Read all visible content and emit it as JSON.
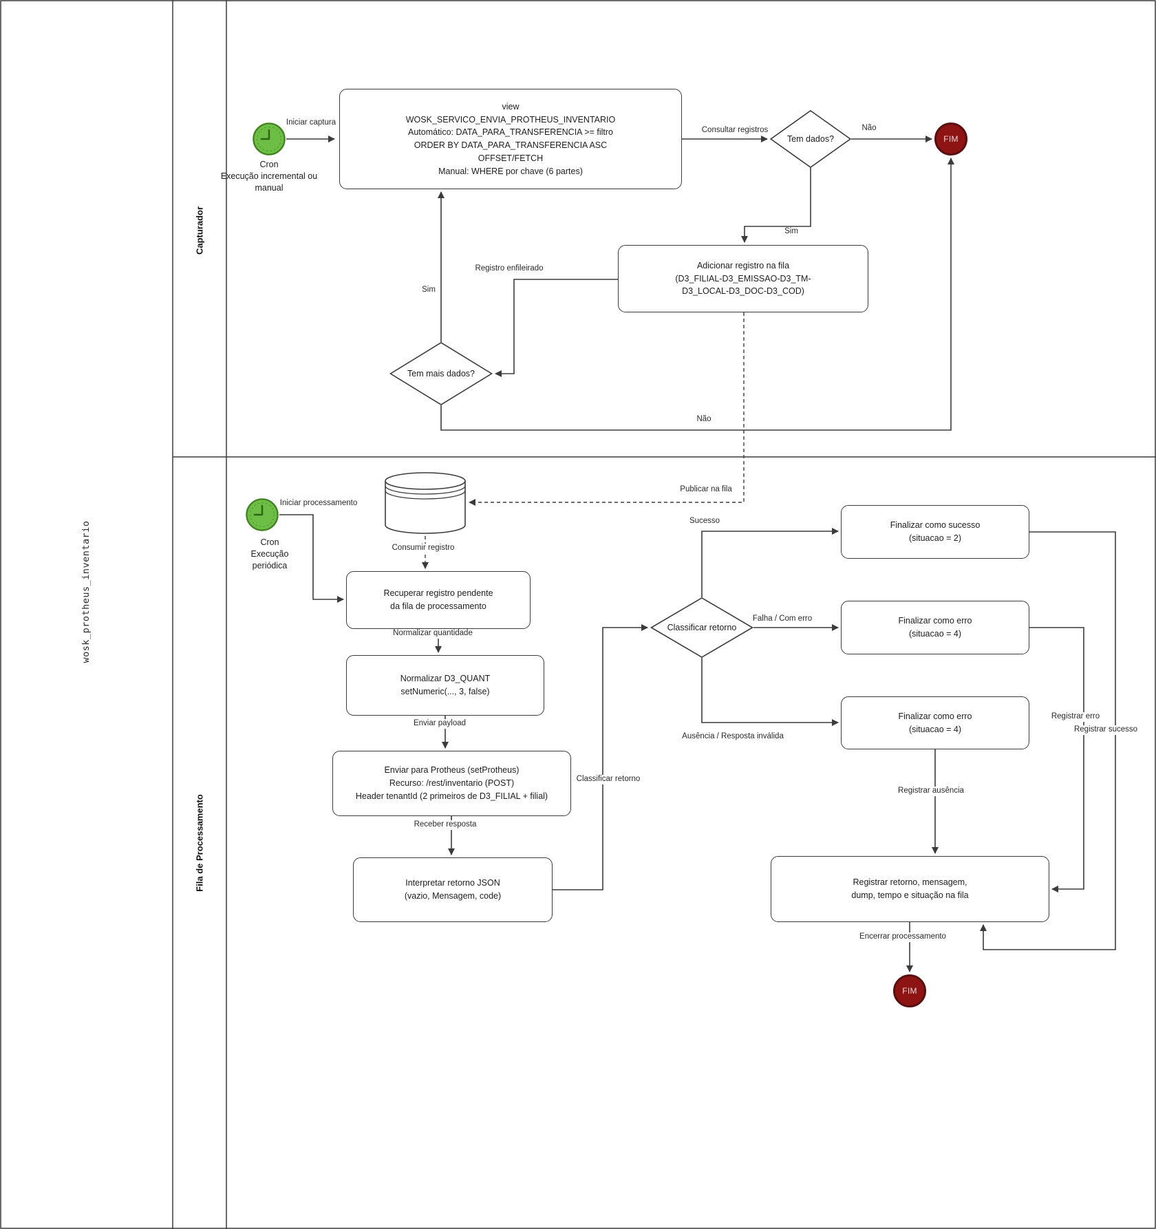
{
  "pool": {
    "title": "wosk_protheus_inventario"
  },
  "lanes": {
    "capturador": "Capturador",
    "fila": "Fila de Processamento"
  },
  "events": {
    "start_capture_label": "Cron\nExecução incremental ou\nmanual",
    "start_process_label": "Cron\nExecução\nperiódica",
    "end_capture": "FIM",
    "end_process": "FIM"
  },
  "tasks": {
    "view": "view\nWOSK_SERVICO_ENVIA_PROTHEUS_INVENTARIO\nAutomático: DATA_PARA_TRANSFERENCIA >= filtro\nORDER BY DATA_PARA_TRANSFERENCIA ASC\nOFFSET/FETCH\nManual: WHERE por chave (6 partes)",
    "adicionar": "Adicionar registro na fila\n(D3_FILIAL-D3_EMISSAO-D3_TM-\nD3_LOCAL-D3_DOC-D3_COD)",
    "recuperar": "Recuperar registro pendente\nda fila de processamento",
    "normalizar": "Normalizar D3_QUANT\nsetNumeric(..., 3, false)",
    "enviar": "Enviar para Protheus (setProtheus)\nRecurso: /rest/inventario (POST)\nHeader tenantId (2 primeiros de D3_FILIAL + filial)",
    "interpretar": "Interpretar retorno JSON\n(vazio, Mensagem, code)",
    "finalizar_sucesso": "Finalizar como sucesso\n(situacao = 2)",
    "finalizar_erro_falha": "Finalizar como erro\n(situacao = 4)",
    "finalizar_erro_ausencia": "Finalizar como erro\n(situacao = 4)",
    "registrar": "Registrar retorno, mensagem,\ndump, tempo e situação na fila"
  },
  "gateways": {
    "tem_dados": "Tem dados?",
    "tem_mais_dados": "Tem mais dados?",
    "classificar_retorno": "Classificar retorno"
  },
  "edge_labels": {
    "iniciar_captura": "Iniciar captura",
    "consultar_registros": "Consultar registros",
    "nao_tem_dados": "Não",
    "sim_tem_dados": "Sim",
    "registro_enfileirado": "Registro enfileirado",
    "sim_tem_mais": "Sim",
    "nao_tem_mais": "Não",
    "publicar_na_fila": "Publicar na fila",
    "iniciar_processamento": "Iniciar processamento",
    "consumir_registro": "Consumir registro",
    "normalizar_quantidade": "Normalizar quantidade",
    "enviar_payload": "Enviar payload",
    "receber_resposta": "Receber resposta",
    "classificar_retorno": "Classificar retorno",
    "sucesso": "Sucesso",
    "falha_com_erro": "Falha / Com erro",
    "ausencia_resposta_invalida": "Ausência / Resposta inválida",
    "registrar_erro": "Registrar erro",
    "registrar_sucesso": "Registrar sucesso",
    "registrar_ausencia": "Registrar ausência",
    "encerrar_processamento": "Encerrar processamento"
  },
  "colors": {
    "start_fill": "#6cbe44",
    "start_stroke": "#40831f",
    "start_hands": "#2f6614",
    "end_fill": "#8e1313",
    "end_stroke": "#5a0f0f",
    "end_text": "#efd6d6",
    "line": "#3b3b3b",
    "task_border": "#3b3b3b",
    "task_fill": "#ffffff",
    "text": "#1d1d1d"
  }
}
